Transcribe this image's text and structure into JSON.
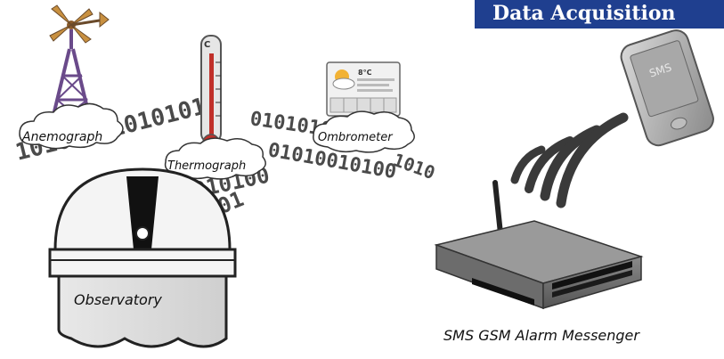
{
  "title": "Data Acquisition",
  "nodes": {
    "anemograph": "Anemograph",
    "thermograph": "Thermograph",
    "ombrometer": "Ombrometer",
    "observatory": "Observatory",
    "messenger": "SMS GSM Alarm Messenger",
    "phone_screen_text": "SMS",
    "thermometer_unit": "C",
    "ombrometer_reading": "8°C"
  },
  "binary_stream": [
    "10101001010101",
    "0101010101",
    "01010010100",
    "1010100",
    "010101",
    "010100",
    "10101",
    "1010"
  ],
  "colors": {
    "banner": "#1f3f8f",
    "tower": "#6a4a8a",
    "mercury": "#c0302a",
    "device": "#5a5a5a",
    "signal": "#3a3a3a"
  }
}
